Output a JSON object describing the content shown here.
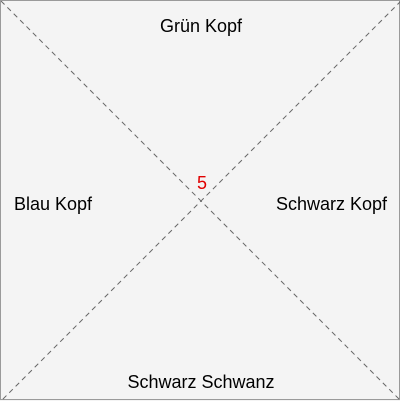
{
  "tile": {
    "number": "5",
    "number_color": "#e00000",
    "line_color": "#666666",
    "border_color": "#9a9a9a",
    "background_color": "#f4f4f4",
    "edges": {
      "top": "Grün Kopf",
      "left": "Blau Kopf",
      "right": "Schwarz Kopf",
      "bottom": "Schwarz Schwanz"
    }
  }
}
